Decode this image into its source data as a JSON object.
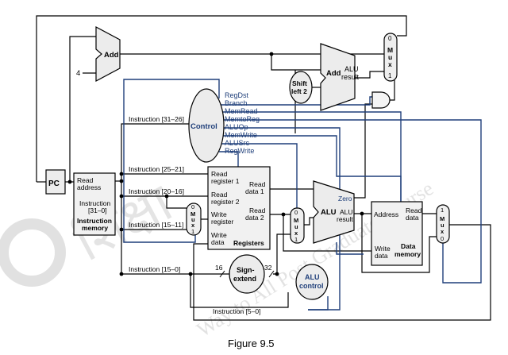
{
  "caption": "Figure 9.5",
  "watermark": {
    "brand": "शिक्षा",
    "tagline": "Way to All Post Graduate Course"
  },
  "blocks": {
    "pc": "PC",
    "add_pc": "Add",
    "constant_four": "4",
    "add_branch": "Add",
    "add_branch_result_1": "ALU",
    "add_branch_result_2": "result",
    "shift_1": "Shift",
    "shift_2": "left 2",
    "control": "Control",
    "sign_1": "Sign-",
    "sign_2": "extend",
    "alu": "ALU",
    "alu_zero": "Zero",
    "alu_result_1": "ALU",
    "alu_result_2": "result",
    "alu_control_1": "ALU",
    "alu_control_2": "control",
    "bits_in": "16",
    "bits_out": "32"
  },
  "mux": {
    "m": "M",
    "u": "u",
    "x": "x",
    "zero": "0",
    "one": "1"
  },
  "instruction_memory": {
    "read_1": "Read",
    "read_2": "address",
    "instr_1": "Instruction",
    "instr_2": "[31–0]",
    "title_1": "Instruction",
    "title_2": "memory"
  },
  "registers": {
    "rr1_1": "Read",
    "rr1_2": "register 1",
    "rr2_1": "Read",
    "rr2_2": "register 2",
    "wr_1": "Write",
    "wr_2": "register",
    "wd_1": "Write",
    "wd_2": "data",
    "rd1_1": "Read",
    "rd1_2": "data 1",
    "rd2_1": "Read",
    "rd2_2": "data 2",
    "title": "Registers"
  },
  "data_memory": {
    "address": "Address",
    "rd_1": "Read",
    "rd_2": "data",
    "wd_1": "Write",
    "wd_2": "data",
    "title_1": "Data",
    "title_2": "memory"
  },
  "control_signals": [
    "RegDst",
    "Branch",
    "MemRead",
    "MemtoReg",
    "ALUOp",
    "MemWrite",
    "ALUSrc",
    "RegWrite"
  ],
  "instruction_fields": {
    "f31_26": "Instruction [31–26]",
    "f25_21": "Instruction [25–21]",
    "f20_16": "Instruction [20–16]",
    "f15_11": "Instruction [15–11]",
    "f15_0": "Instruction [15–0]",
    "f5_0": "Instruction [5–0]"
  },
  "colors": {
    "line": "#000000",
    "control": "#1f3f7a",
    "block_fill": "#f1f1f1",
    "watermark": "#c9c9c9"
  }
}
